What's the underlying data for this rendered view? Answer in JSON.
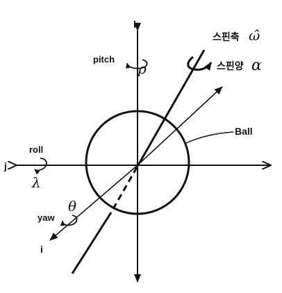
{
  "axes": {
    "k": "k",
    "j": "j",
    "i": "i"
  },
  "rotations": {
    "pitch": {
      "label": "pitch",
      "symbol": "ρ"
    },
    "roll": {
      "label": "roll",
      "symbol": "λ"
    },
    "yaw": {
      "label": "yaw",
      "symbol": "θ"
    }
  },
  "spin_axis": {
    "label": "스핀축",
    "symbol": "ω̂"
  },
  "spin_amount": {
    "label": "스핀양",
    "symbol": "α"
  },
  "ball": {
    "label": "Ball"
  },
  "colors": {
    "ink": "#111111",
    "background": "#ffffff"
  }
}
